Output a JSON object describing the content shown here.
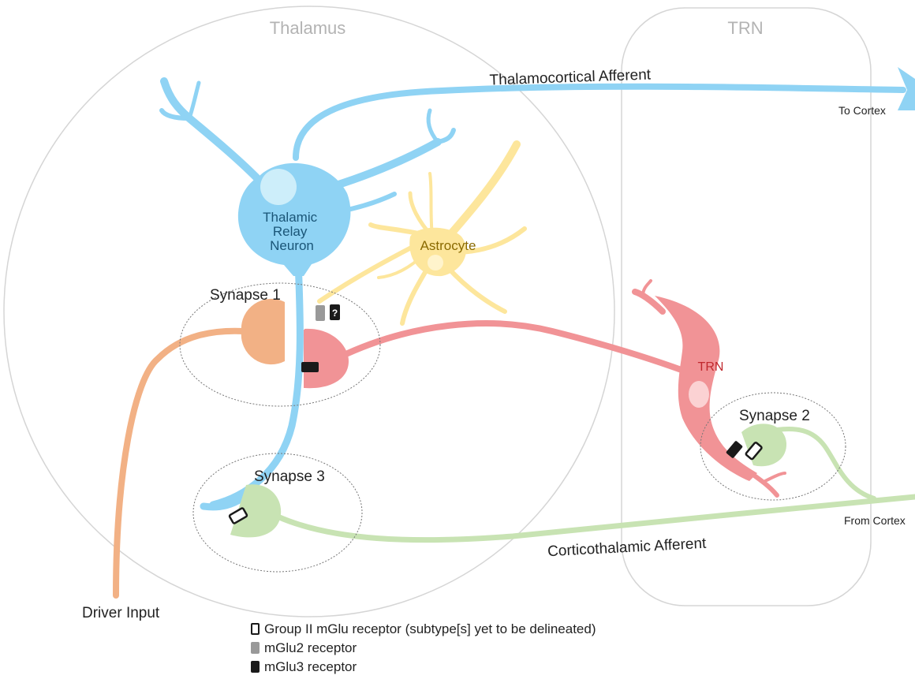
{
  "regions": {
    "thalamus_label": "Thalamus",
    "trn_label": "TRN"
  },
  "labels": {
    "thalamocortical_afferent": "Thalamocortical Afferent",
    "to_cortex": "To Cortex",
    "from_cortex": "From Cortex",
    "corticothalamic_afferent": "Corticothalamic Afferent",
    "driver_input": "Driver Input",
    "relay_neuron_line1": "Thalamic",
    "relay_neuron_line2": "Relay",
    "relay_neuron_line3": "Neuron",
    "astrocyte": "Astrocyte",
    "trn_neuron": "TRN",
    "synapse1": "Synapse 1",
    "synapse2": "Synapse 2",
    "synapse3": "Synapse 3",
    "unknown_receptor_mark": "?"
  },
  "legend": {
    "group2": "Group II mGlu receptor (subtype[s] yet to be delineated)",
    "mglu2": "mGlu2 receptor",
    "mglu3": "mGlu3 receptor"
  },
  "colors": {
    "relay_neuron": "#8fd3f4",
    "astrocyte": "#fde69c",
    "trn_neuron": "#f19396",
    "driver_terminal": "#f2b185",
    "corticothalamic": "#c8e3b3",
    "region_outline": "#d5d5d5",
    "mglu2": "#999999",
    "mglu3": "#1a1a1a"
  }
}
